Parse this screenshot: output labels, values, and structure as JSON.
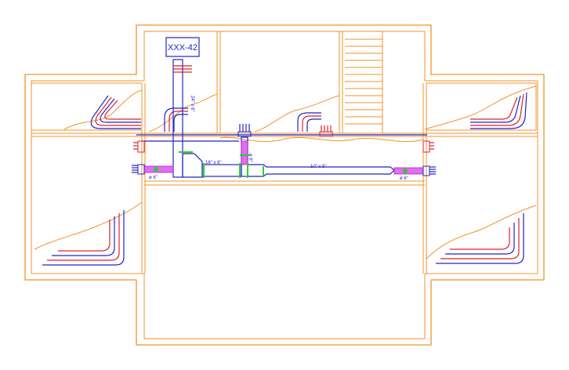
{
  "unit_tag": "XXX-42",
  "labels": {
    "riser": "24\" x 6\"",
    "trunk_left": "16\" x 6\"",
    "trunk_right": "10\" x 6\"",
    "branch_left": "ø 6\"",
    "branch_right": "ø 6\"",
    "branch_top": "ø 6\""
  },
  "colors": {
    "walls": "#f0932b",
    "supply_duct": "#1f24c8",
    "return_grille": "#e0202a",
    "flex_duct": "#e06ef0",
    "dampers": "#2ad02a"
  }
}
